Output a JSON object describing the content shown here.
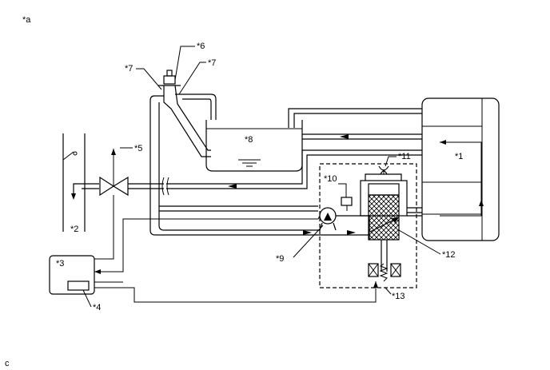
{
  "corner_label": "*a",
  "footer_label": "c",
  "callouts": {
    "c1": "*1",
    "c2": "*2",
    "c3": "*3",
    "c4": "*4",
    "c5": "*5",
    "c6": "*6",
    "c7a": "*7",
    "c7b": "*7",
    "c8": "*8",
    "c9": "*9",
    "c10": "*10",
    "c11": "*11",
    "c12": "*12",
    "c13": "*13"
  }
}
